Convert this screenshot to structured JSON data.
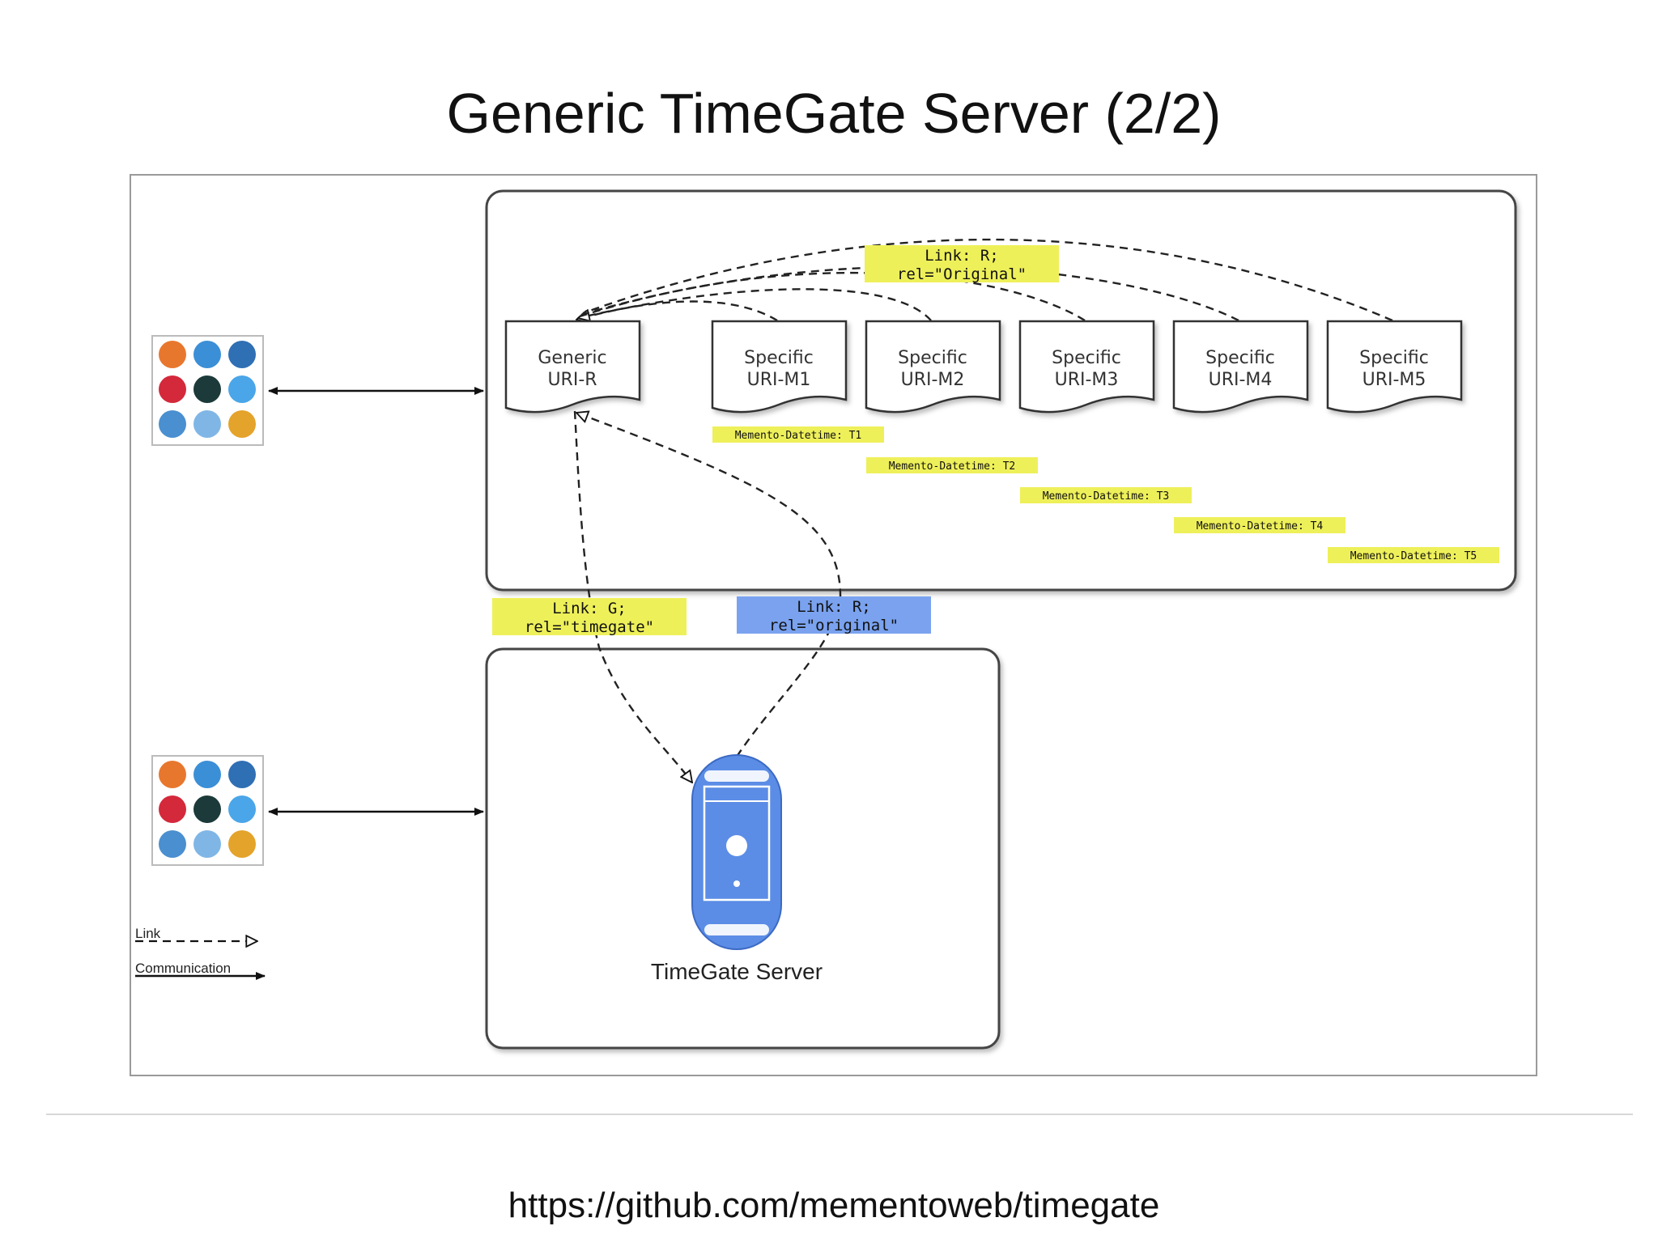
{
  "slide": {
    "title": "Generic TimeGate Server (2/2)",
    "footer": "https://github.com/mementoweb/timegate"
  },
  "resources": [
    {
      "line1": "Generic",
      "line2": "URI-R"
    },
    {
      "line1": "Specific",
      "line2": "URI-M1"
    },
    {
      "line1": "Specific",
      "line2": "URI-M2"
    },
    {
      "line1": "Specific",
      "line2": "URI-M3"
    },
    {
      "line1": "Specific",
      "line2": "URI-M4"
    },
    {
      "line1": "Specific",
      "line2": "URI-M5"
    }
  ],
  "datetime_labels": [
    "Memento-Datetime: T1",
    "Memento-Datetime: T2",
    "Memento-Datetime: T3",
    "Memento-Datetime: T4",
    "Memento-Datetime: T5"
  ],
  "link_labels": {
    "original_top": {
      "line1": "Link: R;",
      "line2": "rel=\"Original\""
    },
    "timegate": {
      "line1": "Link: G;",
      "line2": "rel=\"timegate\""
    },
    "original_bottom": {
      "line1": "Link: R;",
      "line2": "rel=\"original\""
    }
  },
  "server_label": "TimeGate Server",
  "legend": {
    "link": "Link",
    "communication": "Communication"
  },
  "colors": {
    "label_yellow": "#eef05a",
    "label_blue": "#7aa2ef",
    "server_blue": "#5b8de6"
  }
}
